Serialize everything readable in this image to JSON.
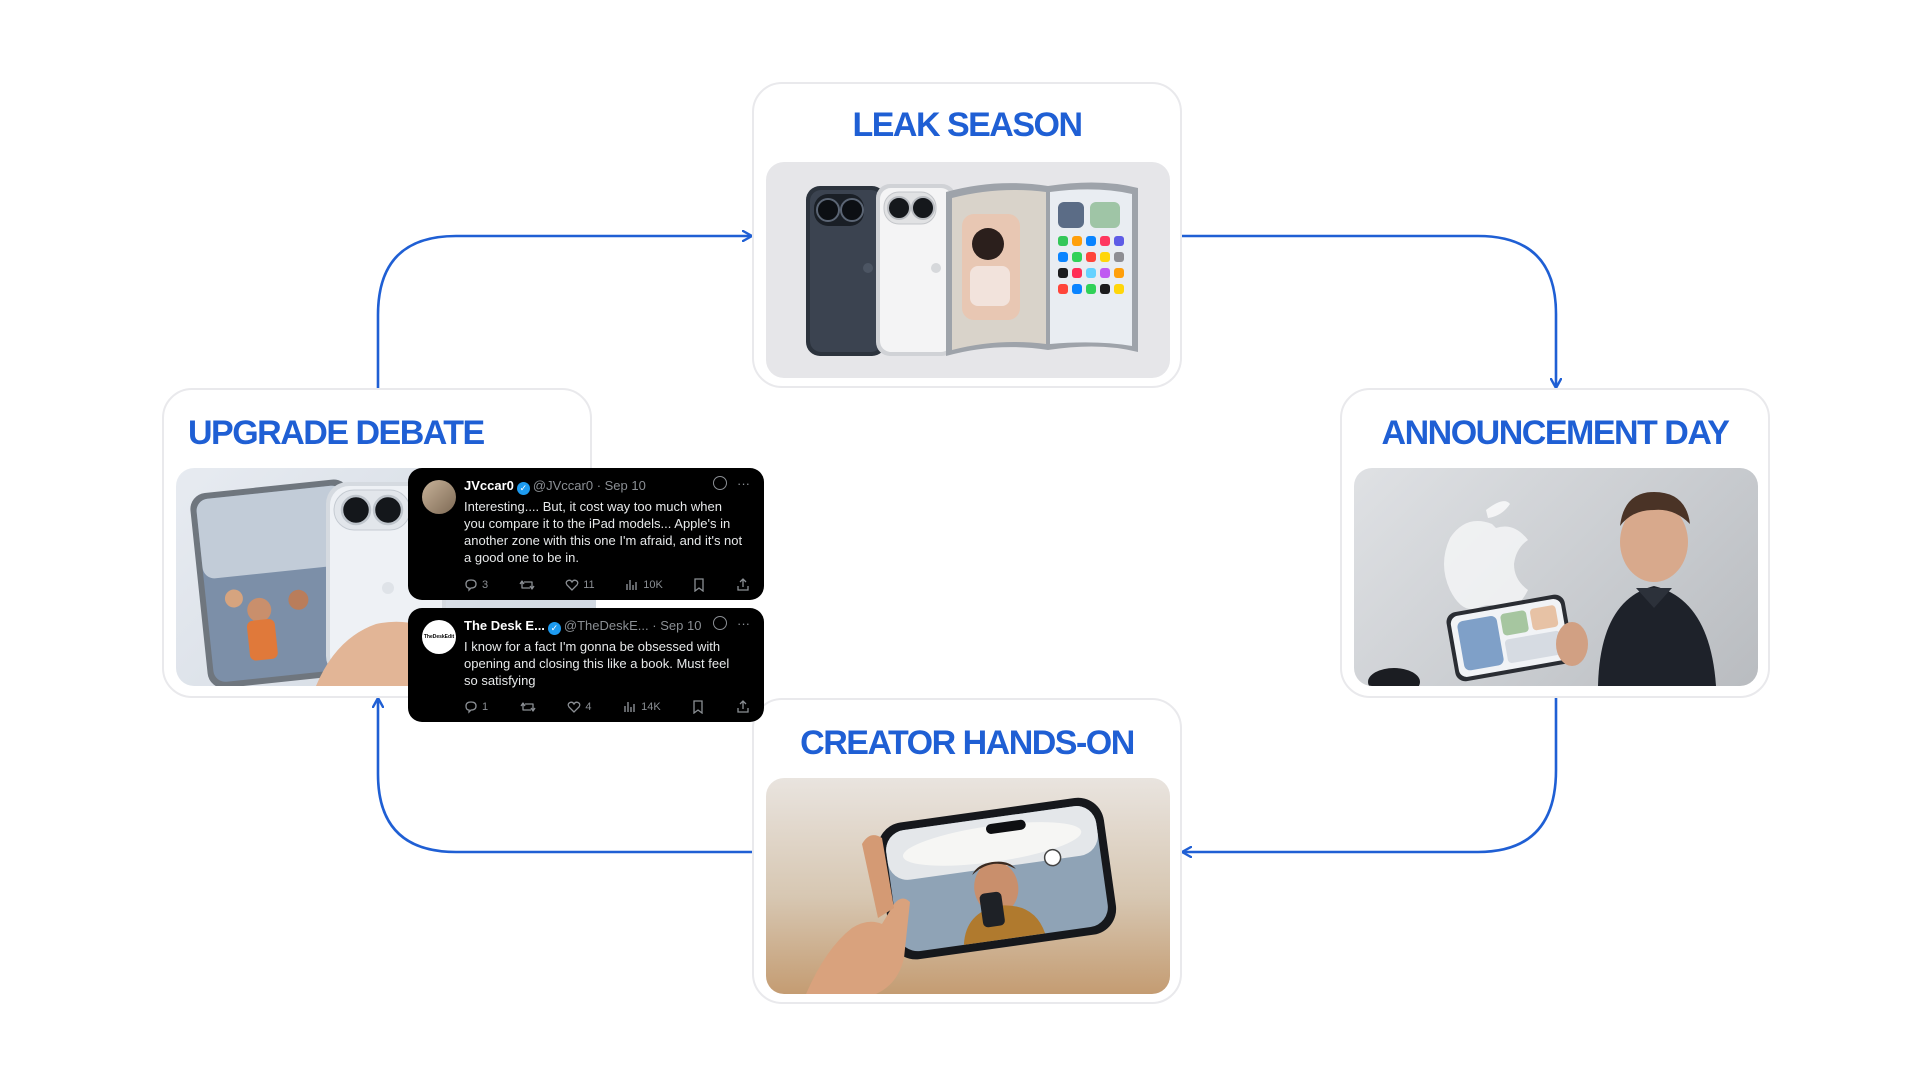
{
  "diagram": {
    "stages": [
      {
        "title": "LEAK SEASON"
      },
      {
        "title": "ANNOUNCEMENT DAY"
      },
      {
        "title": "CREATOR HANDS-ON"
      },
      {
        "title": "UPGRADE DEBATE"
      }
    ]
  },
  "tweets": [
    {
      "name": "JVccar0",
      "handle": "@JVccar0",
      "date": "· Sep 10",
      "text": "Interesting.... But, it cost way too much when you compare it to the iPad models... Apple's in another zone with this one I'm afraid, and it's not a good one to be in.",
      "replies": "3",
      "likes": "11",
      "views": "10K"
    },
    {
      "name": "The Desk E...",
      "handle": "@TheDeskE...",
      "date": "· Sep 10",
      "avatar_logo": "TheDeskEdit",
      "text": "I know for a fact I'm gonna be obsessed with opening and closing this like a book. Must feel so satisfying",
      "replies": "1",
      "likes": "4",
      "views": "14K"
    }
  ],
  "colors": {
    "accent": "#1f5fd4",
    "card_border": "#e9e9ec",
    "tweet_bg": "#000000",
    "verified": "#1d9bf0"
  }
}
